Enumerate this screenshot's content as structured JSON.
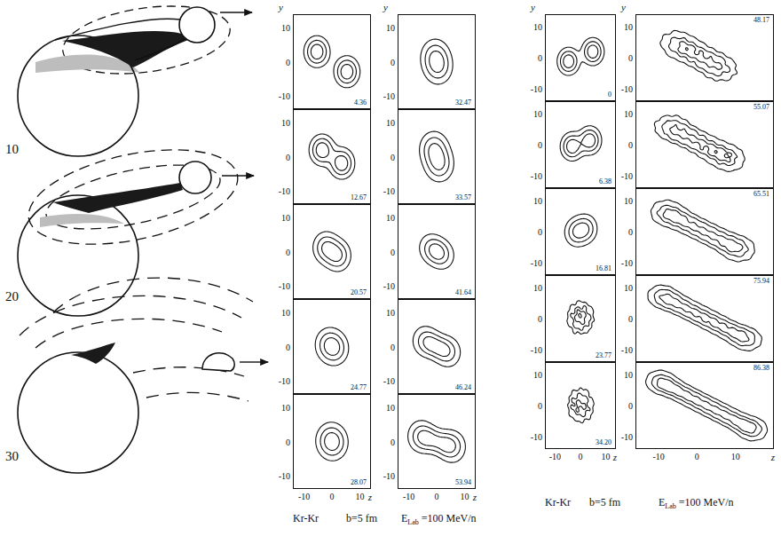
{
  "diagram": {
    "nodes": [
      {
        "text": [
          "4.36"
        ]
      },
      {
        "text": [
          "12.67"
        ]
      },
      {
        "text": [
          "20.57"
        ]
      },
      {
        "text": [
          "24.77"
        ]
      },
      {
        "text": [
          "28.07"
        ]
      },
      {
        "text": [
          "32.47"
        ]
      },
      {
        "text": [
          "33.57"
        ]
      },
      {
        "text": [
          "41.64"
        ]
      },
      {
        "text": [
          "46.24"
        ]
      },
      {
        "text": [
          "53.94"
        ]
      },
      {
        "text": [
          "0"
        ]
      },
      {
        "text": [
          "6.38"
        ]
      },
      {
        "text": [
          "16.81"
        ]
      },
      {
        "text": [
          "23.77"
        ]
      },
      {
        "text": [
          "34.20"
        ]
      },
      {
        "text": [
          "48.17"
        ]
      },
      {
        "text": [
          "55.07"
        ]
      },
      {
        "text": [
          "65.51"
        ]
      },
      {
        "text": [
          "75.94"
        ]
      },
      {
        "text": [
          "86.38"
        ]
      }
    ],
    "labels": [
      "10",
      "20",
      "30",
      "y",
      "10",
      "0",
      "-10",
      "10",
      "0",
      "-10",
      "10",
      "0",
      "-10",
      "10",
      "0",
      "-10",
      "10",
      "0",
      "-10",
      "-10",
      "0",
      "10",
      "z",
      "y",
      "10",
      "0",
      "-10",
      "10",
      "0",
      "-10",
      "10",
      "0",
      "-10",
      "10",
      "0",
      "-10",
      "10",
      "0",
      "-10",
      "-10",
      "0",
      "10",
      "z",
      "y",
      "10",
      "0",
      "-10",
      "10",
      "0",
      "-10",
      "10",
      "0",
      "-10",
      "10",
      "0",
      "-10",
      "10",
      "0",
      "-10",
      "-10",
      "0",
      "10",
      "z",
      "y",
      "10",
      "0",
      "-10",
      "10",
      "0",
      "-10",
      "10",
      "0",
      "-10",
      "10",
      "0",
      "-10",
      "10",
      "0",
      "-10",
      "-10",
      "0",
      "10",
      "z",
      "Kr-Kr",
      "b=5 fm",
      "E",
      "Lab",
      "=100 MeV/n",
      "Kr-Kr",
      "b=5 fm",
      "E",
      "Lab",
      "=100 MeV/n"
    ]
  }
}
